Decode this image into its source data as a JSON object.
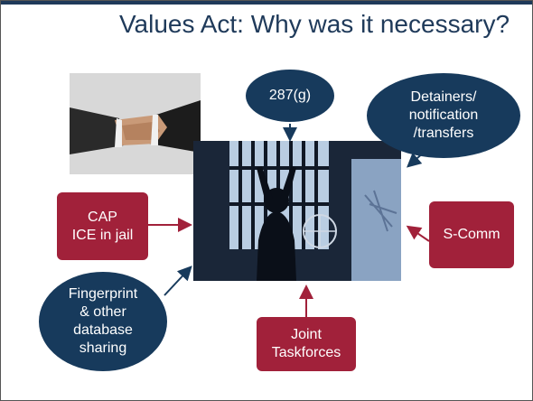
{
  "title": "Values Act: Why was it necessary?",
  "colors": {
    "navy": "#173a5c",
    "crimson": "#a1213a",
    "title": "#1f3a5a"
  },
  "nodes": {
    "g287": [
      "287(g)"
    ],
    "detainers": [
      "Detainers/",
      "notification",
      "/transfers"
    ],
    "cap": [
      "CAP",
      "ICE in jail"
    ],
    "scomm": [
      "S-Comm"
    ],
    "fingerprint": [
      "Fingerprint",
      "& other",
      "database",
      "sharing"
    ],
    "joint": [
      "Joint",
      "Taskforces"
    ]
  },
  "images": {
    "handshake": "handshake-photo",
    "jail": "jail-window-photo"
  }
}
